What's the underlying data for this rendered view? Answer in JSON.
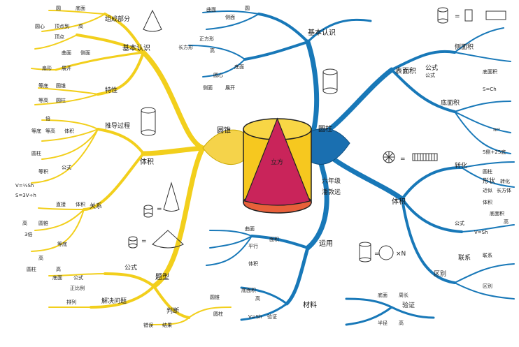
{
  "colors": {
    "left_branch": "#f2cf1c",
    "right_branch": "#1878b8",
    "cylinder_body": "#f6c81f",
    "cone_fill": "#c9245a",
    "base_fill": "#e8603a",
    "ink": "#222222"
  },
  "center": {
    "label_left": "圆锥",
    "label_right": "圆柱",
    "cone_mark": "立方",
    "note1": "六年级",
    "note2": "潘敦远"
  },
  "left": {
    "main_top": "基本认识",
    "main_mid": "体积",
    "main_bottom": "题型",
    "features": "组成部分",
    "trait": "特性",
    "relation": "关系",
    "derive": "推导过程",
    "formula": "公式",
    "judge": "判断",
    "apply": "解决问题",
    "leaves": [
      "圆",
      "底面",
      "圆心",
      "顶点到",
      "高",
      "顶点",
      "曲面",
      "侧面",
      "扇形",
      "展开",
      "等底",
      "圆锥",
      "等高",
      "圆柱",
      "倍",
      "等底",
      "等高",
      "体积",
      "圆柱",
      "公式",
      "V=⅓Sh",
      "S=3V÷h",
      "等积",
      "直接",
      "体积",
      "高",
      "圆锥",
      "3倍",
      "等底",
      "高",
      "圆柱",
      "高",
      "底面",
      "公式",
      "正比例",
      "排列",
      "错误",
      "结果",
      "圆锥",
      "圆柱"
    ]
  },
  "right": {
    "main_top": "基本认识",
    "main_area": "表面积",
    "main_vol": "体积",
    "main_app": "运用",
    "main_mat": "材料",
    "lateral": "侧面积",
    "bottom_area": "底面积",
    "formula": "公式",
    "shape": "形状",
    "convert": "转化",
    "relation": "联系",
    "diff": "区别",
    "verify": "验证",
    "leaves": [
      "曲面",
      "侧面",
      "圆",
      "正方形",
      "长方形",
      "高",
      "底面",
      "圆心",
      "侧面",
      "展开",
      "公式",
      "S=Ch",
      "底面积",
      "πr²",
      "S侧+2S底",
      "体积",
      "底面积",
      "高",
      "公式",
      "V=Sh",
      "圆柱",
      "转化",
      "近似",
      "长方体",
      "联系",
      "区别",
      "底面",
      "周长",
      "半径",
      "高",
      "曲面",
      "平行",
      "面积",
      "体积",
      "底面积",
      "高",
      "V=Sh",
      "验证"
    ]
  },
  "icon_eq": "=",
  "icon_times": "×N"
}
